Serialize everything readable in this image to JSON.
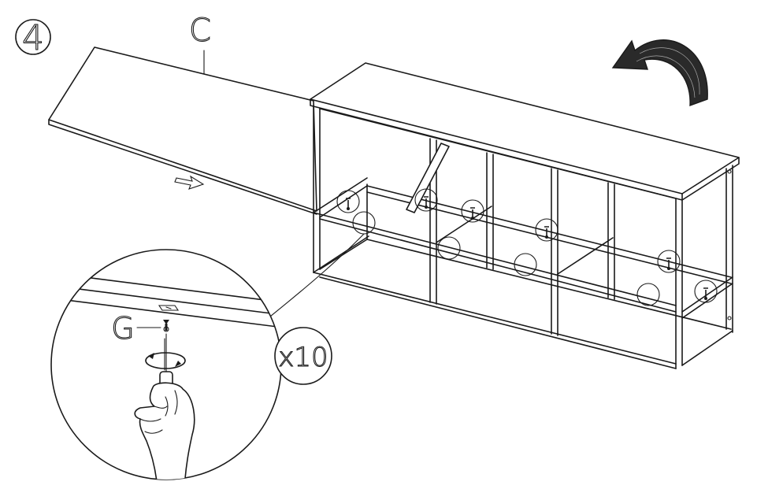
{
  "step": {
    "number": "4"
  },
  "part_labels": {
    "panel": "C",
    "screw": "G"
  },
  "quantity": {
    "text": "x10"
  },
  "icons": {
    "rotate": "curved-arrow-icon",
    "slide": "outline-arrow-right-icon",
    "screw": "screw-icon",
    "hand": "hand-with-screwdriver-icon"
  },
  "colors": {
    "line": "#1a1a1a",
    "background": "#ffffff",
    "arrow_fill": "#2a2a2a"
  }
}
